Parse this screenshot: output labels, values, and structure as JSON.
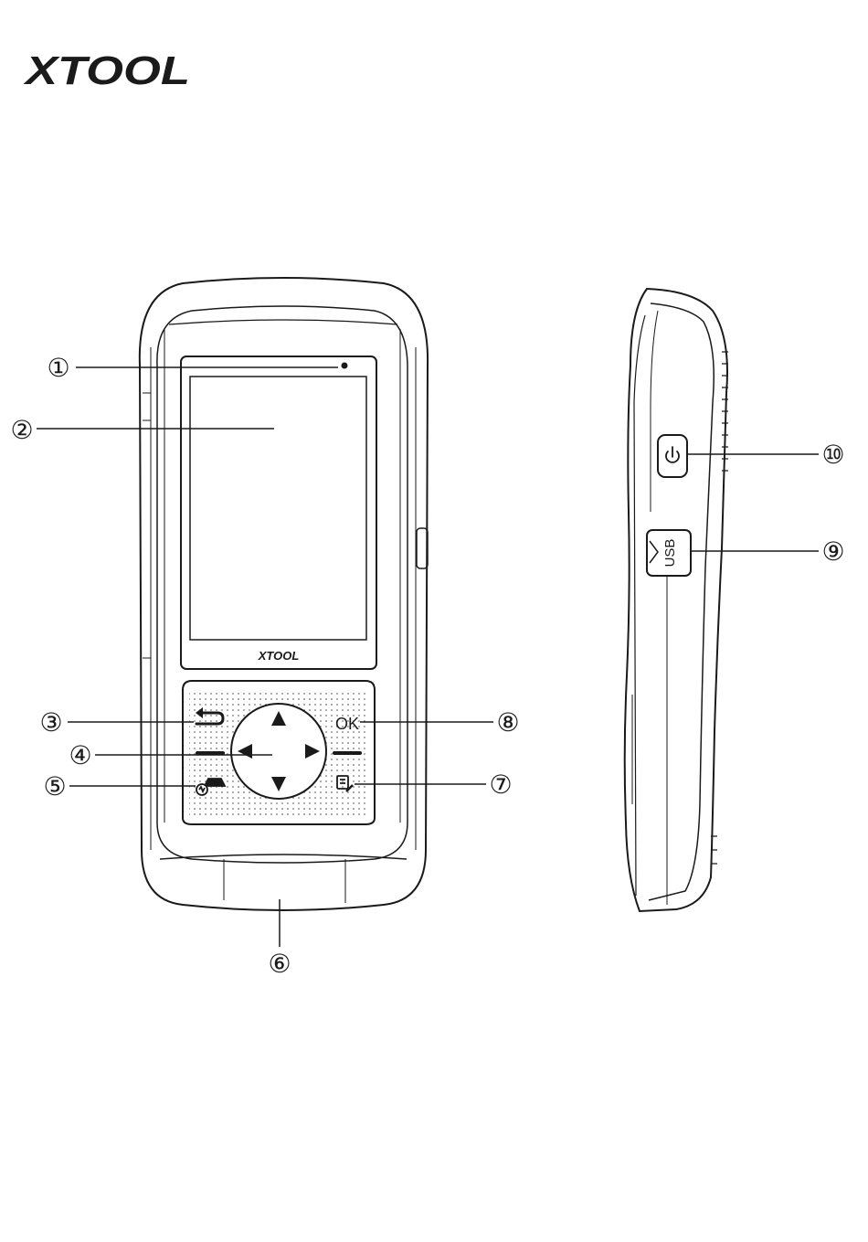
{
  "brand": {
    "logo_text": "XTOOL",
    "device_logo_text": "XTOOL"
  },
  "keypad": {
    "ok_label": "OK"
  },
  "side_view": {
    "usb_label": "USB"
  },
  "callouts": [
    {
      "id": "1",
      "label": "①"
    },
    {
      "id": "2",
      "label": "②"
    },
    {
      "id": "3",
      "label": "③"
    },
    {
      "id": "4",
      "label": "④"
    },
    {
      "id": "5",
      "label": "⑤"
    },
    {
      "id": "6",
      "label": "⑥"
    },
    {
      "id": "7",
      "label": "⑦"
    },
    {
      "id": "8",
      "label": "⑧"
    },
    {
      "id": "9",
      "label": "⑨"
    },
    {
      "id": "10",
      "label": "⑩"
    }
  ],
  "icons": {
    "back": "back-arrow-icon",
    "car_diagnose": "car-diagnosis-icon",
    "report": "report-icon",
    "power": "power-icon",
    "arrows": [
      "arrow-up-icon",
      "arrow-down-icon",
      "arrow-left-icon",
      "arrow-right-icon"
    ]
  },
  "colors": {
    "line": "#1a1a1a",
    "background": "#ffffff"
  }
}
